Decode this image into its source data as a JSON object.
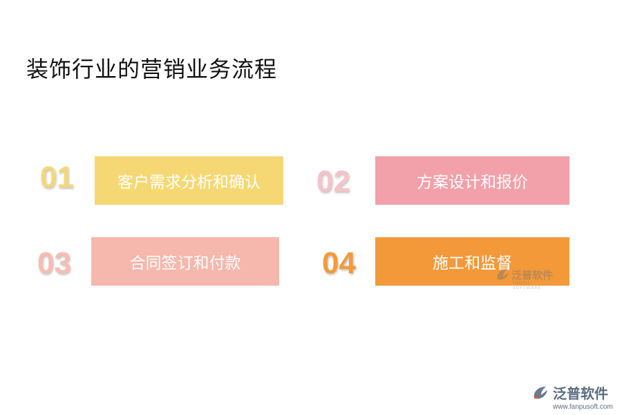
{
  "title": "装饰行业的营销业务流程",
  "steps": [
    {
      "num": "01",
      "label": "客户需求分析和确认",
      "num_color": "#f3d77a",
      "box_color": "#f5d873"
    },
    {
      "num": "02",
      "label": "方案设计和报价",
      "num_color": "#f6c3c8",
      "box_color": "#f2a0a9"
    },
    {
      "num": "03",
      "label": "合同签订和付款",
      "num_color": "#f6bdb3",
      "box_color": "#f6b7ac"
    },
    {
      "num": "04",
      "label": "施工和监督",
      "num_color": "#f39a3a",
      "box_color": "#f3993a"
    }
  ],
  "watermark": {
    "name": "泛普软件",
    "url": "www.fanpusoft.com",
    "sub": "FANPU SOFTWARE",
    "color": "#5b6b80"
  }
}
